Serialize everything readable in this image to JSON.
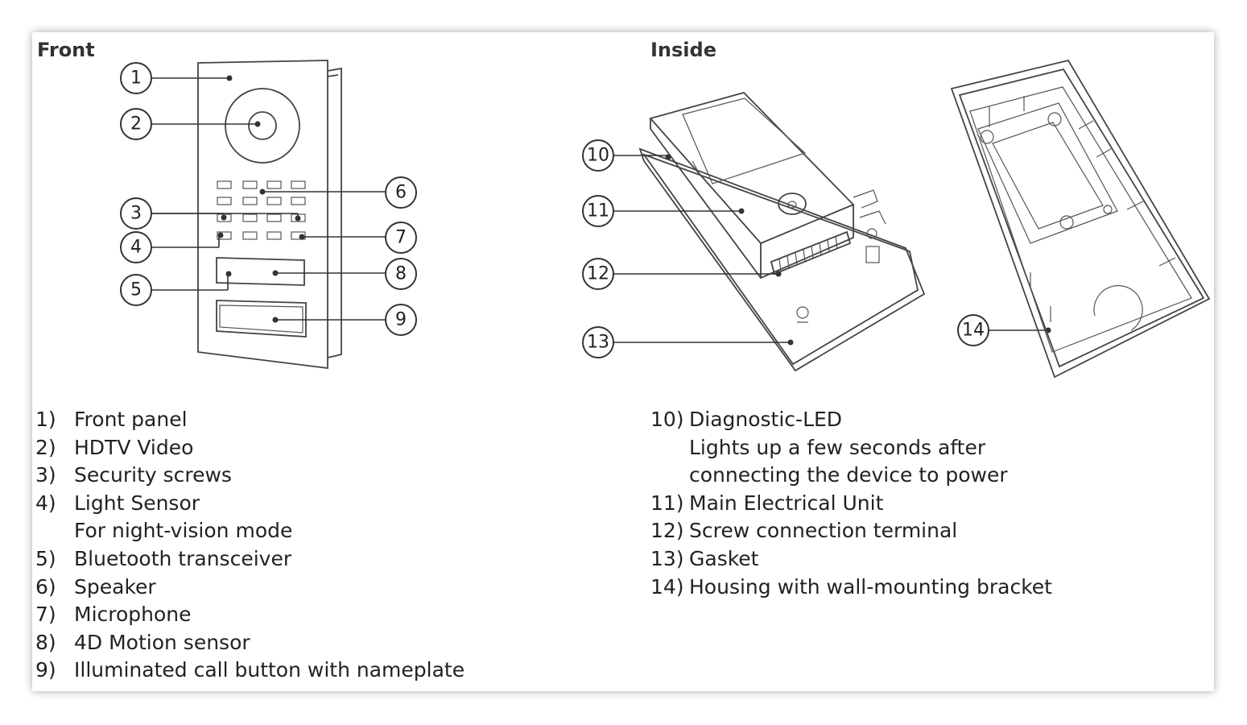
{
  "sections": {
    "front": "Front",
    "inside": "Inside"
  },
  "callouts": [
    "1",
    "2",
    "3",
    "4",
    "5",
    "6",
    "7",
    "8",
    "9",
    "10",
    "11",
    "12",
    "13",
    "14"
  ],
  "legend_front": [
    {
      "num": "1)",
      "label": "Front panel"
    },
    {
      "num": "2)",
      "label": "HDTV Video"
    },
    {
      "num": "3)",
      "label": "Security screws"
    },
    {
      "num": "4)",
      "label": "Light Sensor",
      "note": "For night-vision mode"
    },
    {
      "num": "5)",
      "label": "Bluetooth transceiver"
    },
    {
      "num": "6)",
      "label": "Speaker"
    },
    {
      "num": "7)",
      "label": "Microphone"
    },
    {
      "num": "8)",
      "label": "4D Motion sensor"
    },
    {
      "num": "9)",
      "label": "Illuminated call button with nameplate"
    }
  ],
  "legend_inside": [
    {
      "num": "10)",
      "label": "Diagnostic-LED",
      "note1": "Lights up a few seconds after",
      "note2": "connecting the device to power"
    },
    {
      "num": "11)",
      "label": "Main Electrical Unit"
    },
    {
      "num": "12)",
      "label": "Screw connection terminal"
    },
    {
      "num": "13)",
      "label": "Gasket"
    },
    {
      "num": "14)",
      "label": "Housing with wall-mounting bracket"
    }
  ]
}
